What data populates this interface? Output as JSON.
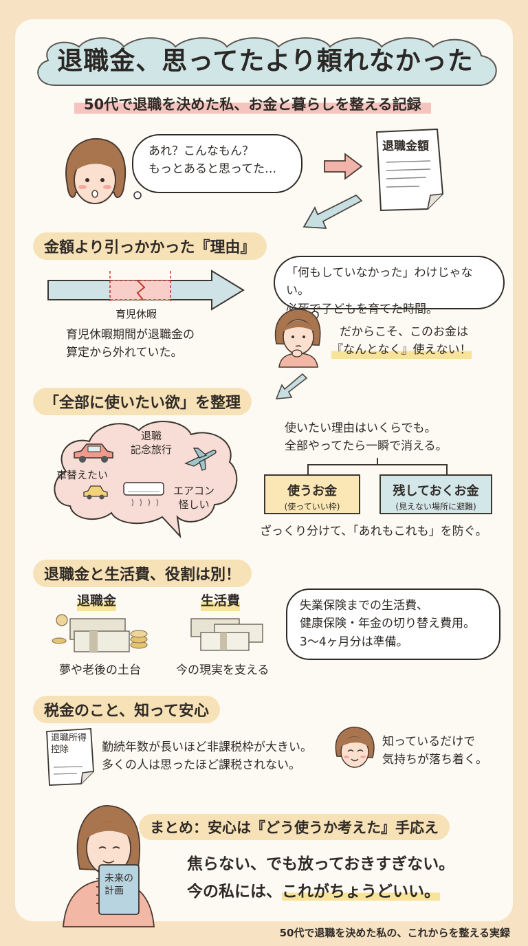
{
  "header": {
    "title": "退職金、思ってたより頼れなかった",
    "subtitle": "50代で退職を決めた私、お金と暮らしを整える記録"
  },
  "intro": {
    "speech": [
      "あれ？こんなもん？",
      "もっとあると思ってた…"
    ],
    "document_title": "退職金額"
  },
  "section1": {
    "heading": "金額より引っかかった『理由』",
    "timeline_label": "育児休暇",
    "explanation": [
      "育児休暇期間が退職金の",
      "算定から外れていた。"
    ],
    "thought": [
      "「何もしていなかった」わけじゃない。",
      "必死で子どもを育てた時間。"
    ],
    "conclusion_1": "だからこそ、このお金は",
    "conclusion_2": "『なんとなく』使えない！"
  },
  "section2": {
    "heading": "「全部に使いたい欲」を整理",
    "wishes": {
      "trip": [
        "退職",
        "記念旅行"
      ],
      "car": "車替えたい",
      "aircon": [
        "エアコン",
        "怪しい"
      ]
    },
    "intro_text": [
      "使いたい理由はいくらでも。",
      "全部やってたら一瞬で消える。"
    ],
    "spend_box": {
      "title": "使うお金",
      "note": "(使っていい枠)"
    },
    "save_box": {
      "title": "残しておくお金",
      "note": "(見えない場所に避難)"
    },
    "summary": "ざっくり分けて、「あれもこれも」を防ぐ。"
  },
  "section3": {
    "heading": "退職金と生活費、役割は別！",
    "retirement_label": "退職金",
    "retirement_caption": "夢や老後の土台",
    "living_label": "生活費",
    "living_caption": "今の現実を支える",
    "bubble": [
      "失業保険までの生活費、",
      "健康保険・年金の切り替え費用。",
      "3〜4ヶ月分は準備。"
    ]
  },
  "section4": {
    "heading": "税金のこと、知って安心",
    "doc_label": [
      "退職所得",
      "控除"
    ],
    "body": [
      "勤続年数が長いほど非課税枠が大きい。",
      "多くの人は思ったほど課税されない。"
    ],
    "reassure": [
      "知っているだけで",
      "気持ちが落ち着く。"
    ]
  },
  "summary": {
    "heading": "まとめ：安心は『どう使うか考えた』手応え",
    "line1": "焦らない、でも放っておきすぎない。",
    "line2_a": "今の私には、",
    "line2_b": "これがちょうどいい。",
    "notebook_label": [
      "未来の",
      "計画"
    ]
  },
  "footer": "50代で退職を決めた私の、これからを整える実録",
  "colors": {
    "background": "#f7e3c4",
    "card": "#fdfaf3",
    "title_cloud": "#cfe5e6",
    "section_highlight": "#f7e2b8",
    "subtitle_highlight": "#f5c4bf",
    "timeline_blue": "#cfe3e6",
    "timeline_pink": "#f7cfc8",
    "wish_cloud": "#f8dcd6",
    "spend_box": "#fbe7b6",
    "save_box": "#d3e6e8"
  }
}
